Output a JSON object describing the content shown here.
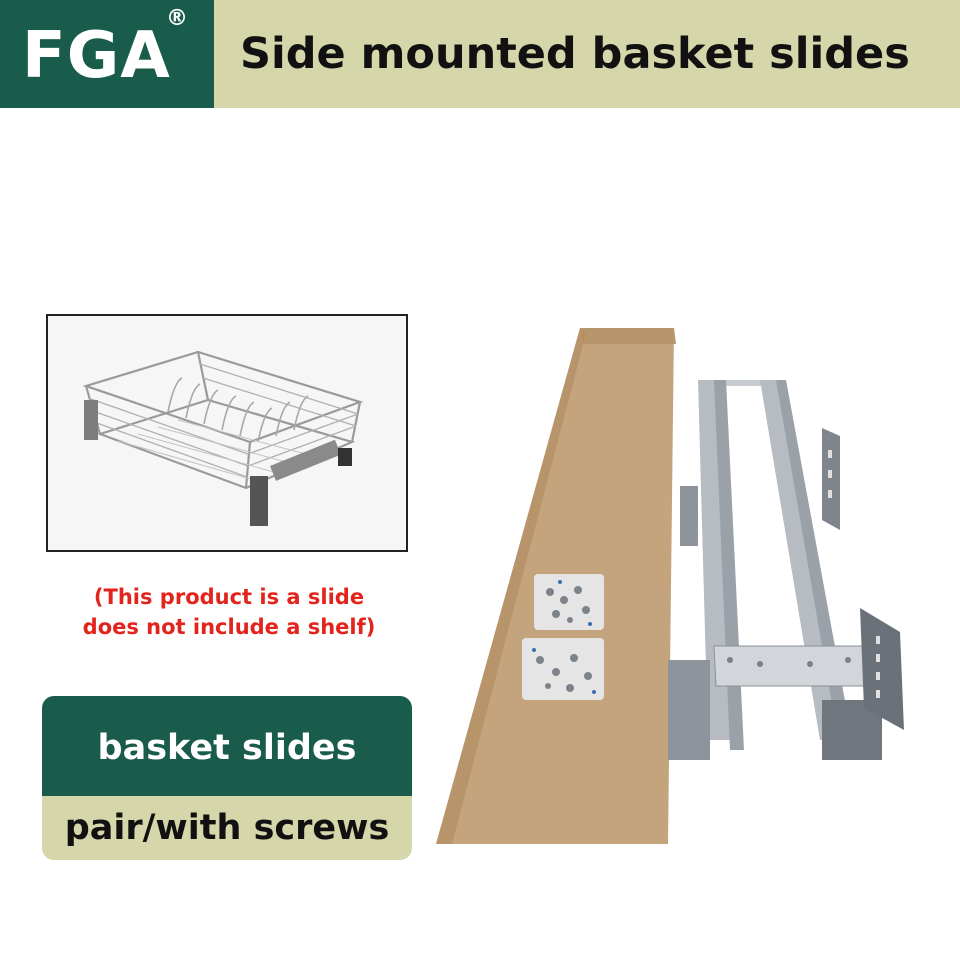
{
  "header": {
    "brand": "FGA",
    "registered_mark": "®",
    "title": "Side mounted basket slides"
  },
  "note": {
    "line1": "(This product is a slide",
    "line2": "does not include a shelf)"
  },
  "badge": {
    "top_text": "basket slides",
    "bottom_text": "pair/with screws"
  },
  "colors": {
    "brand_green": "#1a5c4b",
    "banner_khaki": "#d6d6ab",
    "note_red": "#e3241c"
  },
  "icons": [
    "basket-illustration",
    "cardboard-box-illustration",
    "screws-bag-illustration",
    "slide-rail-illustration"
  ]
}
